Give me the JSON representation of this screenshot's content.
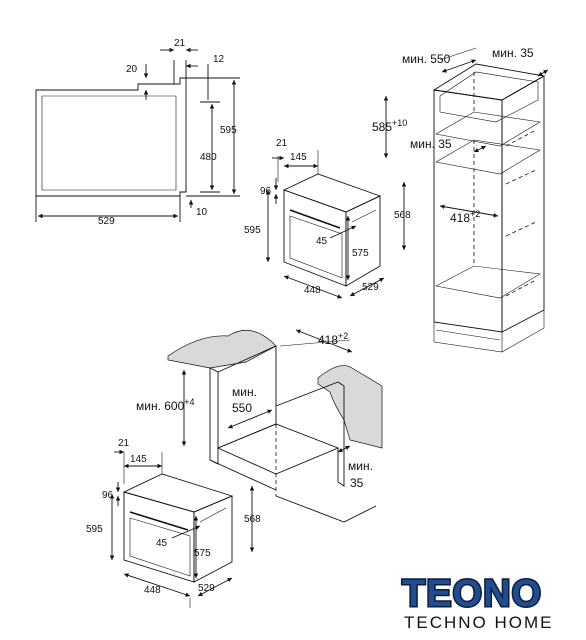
{
  "side_view": {
    "d21": "21",
    "d12": "12",
    "d20": "20",
    "d595": "595",
    "d480": "480",
    "d10": "10",
    "d529": "529"
  },
  "oven_top": {
    "d21": "21",
    "d145": "145",
    "d96": "96",
    "d595": "595",
    "d568": "568",
    "d45": "45",
    "d575": "575",
    "d448": "448",
    "d529": "529"
  },
  "tall_unit": {
    "min550": "мин. 550",
    "min35_top": "мин. 35",
    "h585": "585",
    "h585_sup": "+10",
    "min35_mid": "мин. 35",
    "w418": "418",
    "w418_sup": "+2"
  },
  "undercounter": {
    "w418": "418",
    "w418_sup": "+2",
    "h600": "мин. 600",
    "h600_sup": "+4",
    "min550_a": "мин.",
    "min550_b": "550",
    "min35_a": "мин.",
    "min35_b": "35"
  },
  "oven_bottom": {
    "d21": "21",
    "d145": "145",
    "d96": "96",
    "d595": "595",
    "d568": "568",
    "d45": "45",
    "d575": "575",
    "d448": "448",
    "d529": "529"
  },
  "logo": {
    "main": "TEONO",
    "sub": "TECHNO HOME",
    "main_color": "#1f4d8f",
    "outline_color": "#0b1d3a"
  }
}
